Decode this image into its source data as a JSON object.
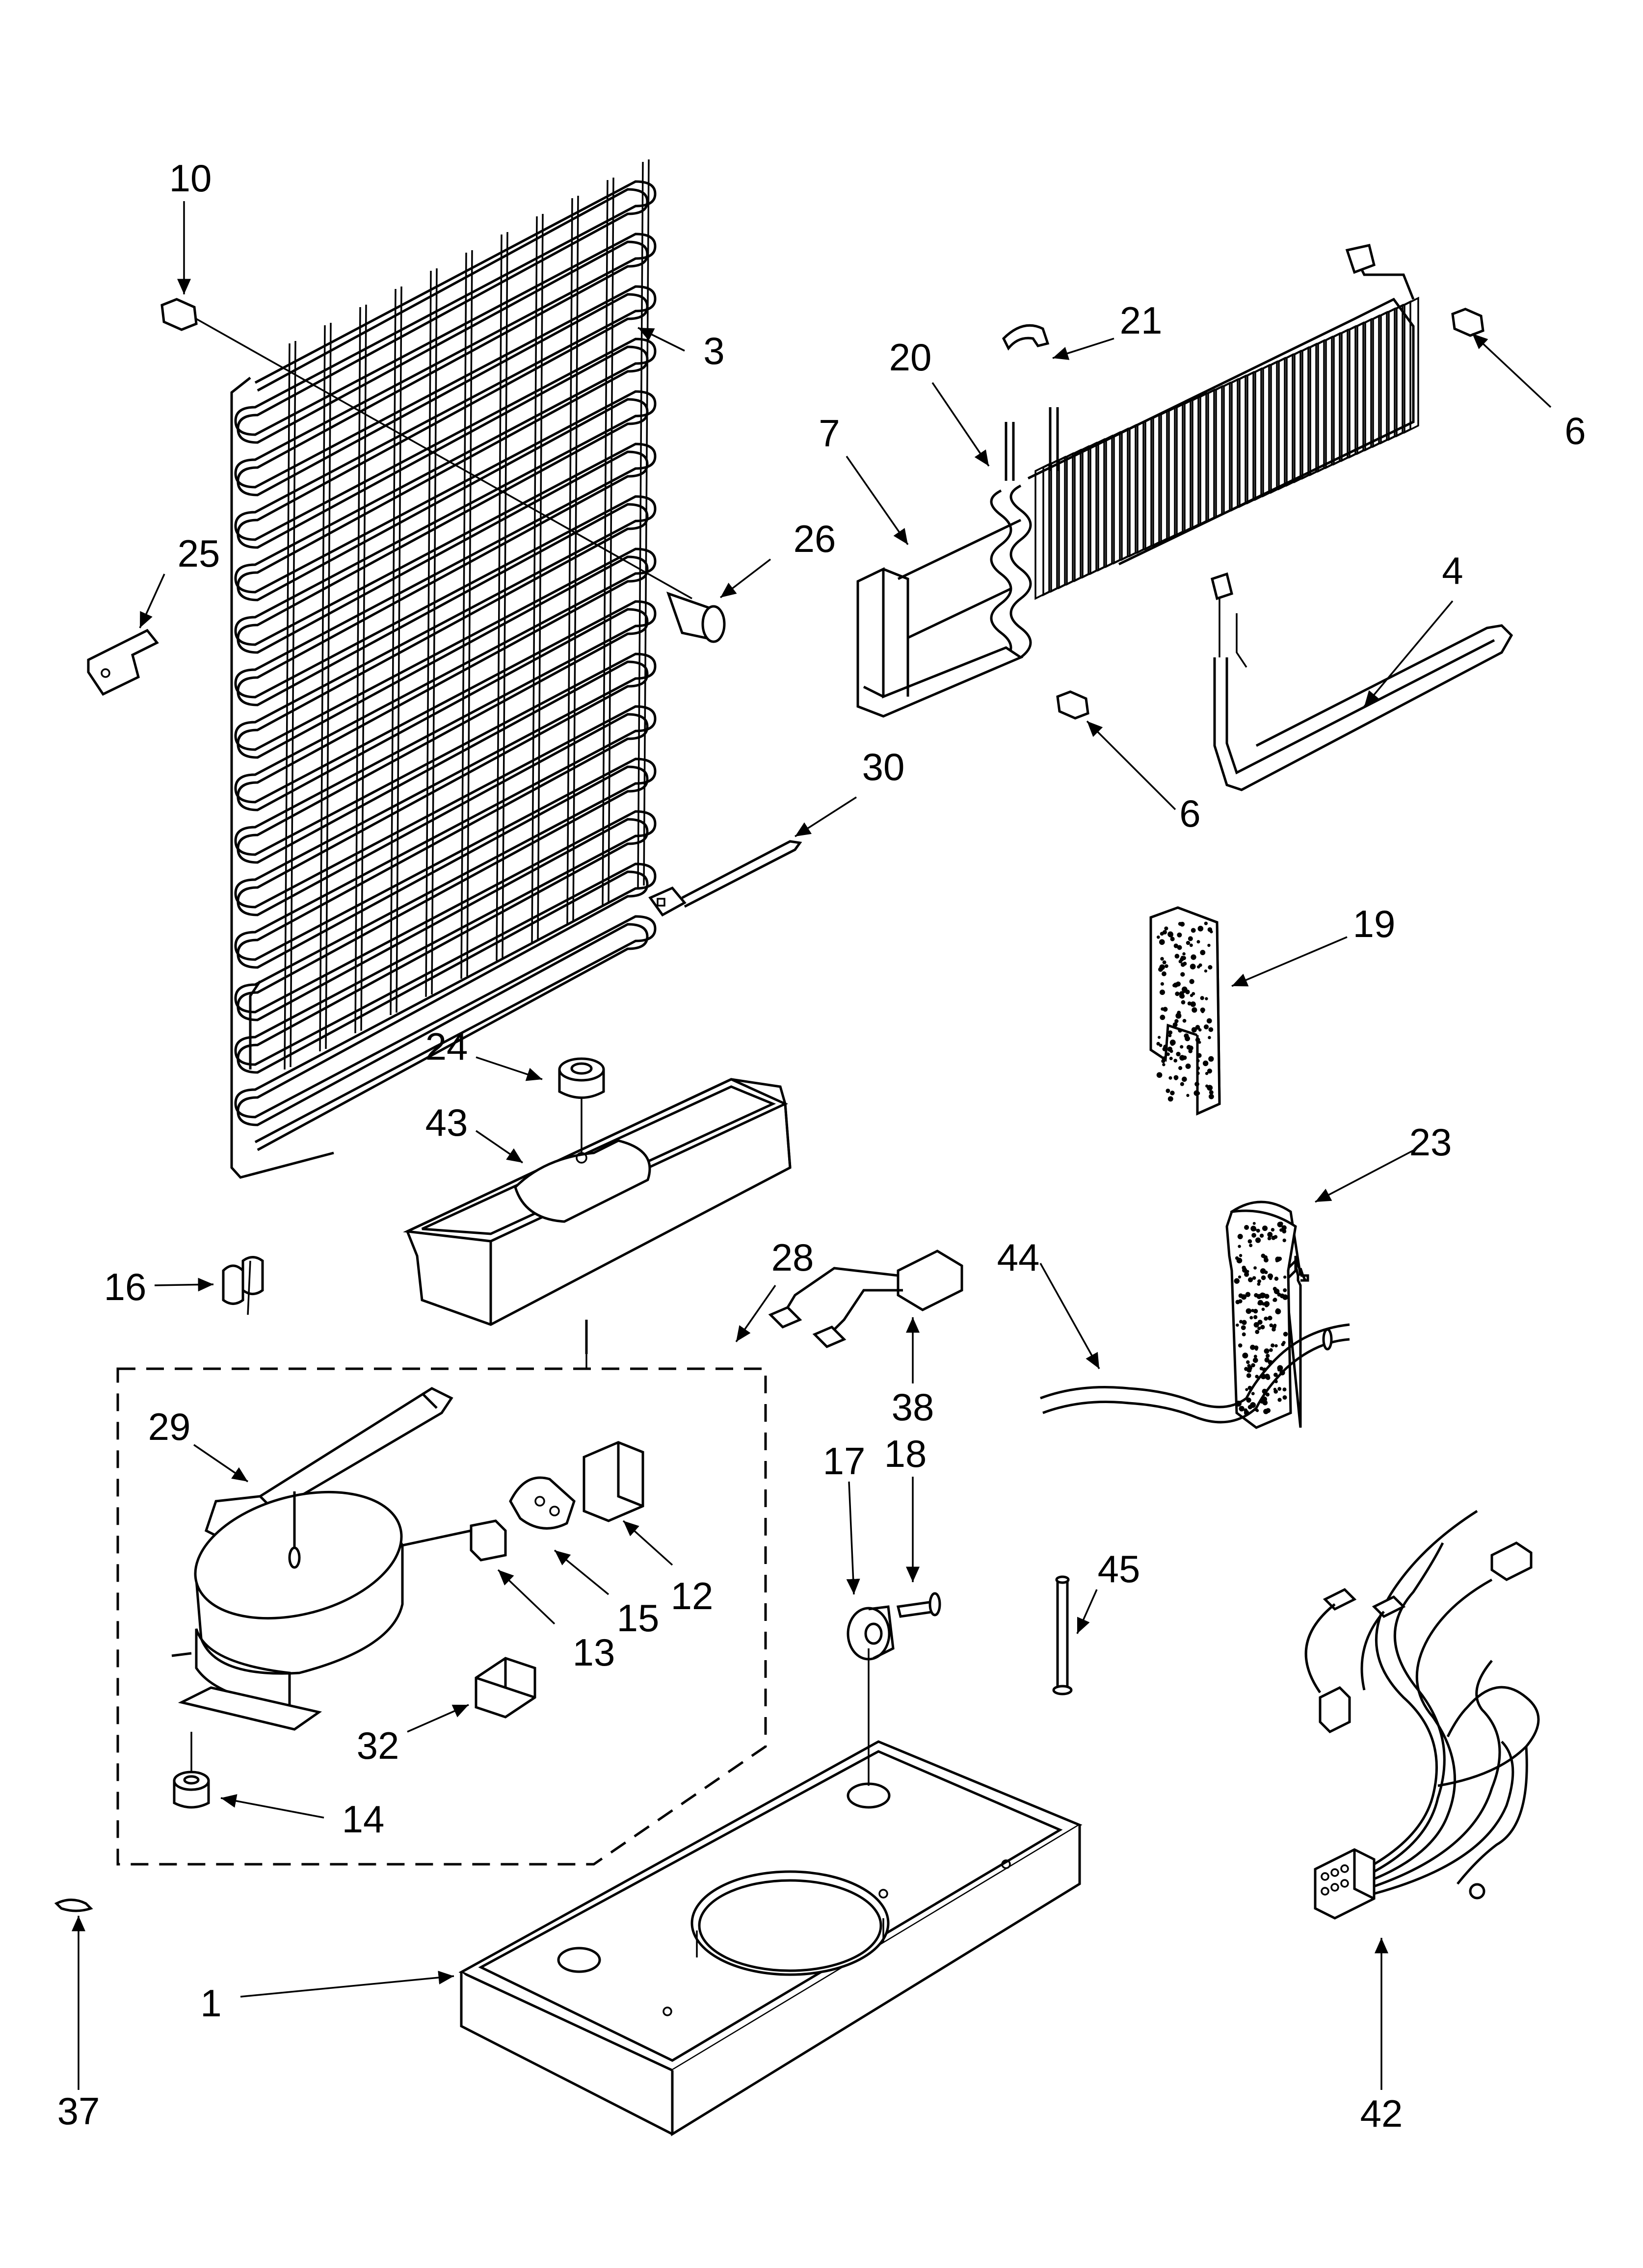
{
  "diagram": {
    "callouts": [
      {
        "id": "c10",
        "label": "10"
      },
      {
        "id": "c3",
        "label": "3"
      },
      {
        "id": "c25",
        "label": "25"
      },
      {
        "id": "c26",
        "label": "26"
      },
      {
        "id": "c20",
        "label": "20"
      },
      {
        "id": "c21",
        "label": "21"
      },
      {
        "id": "c7",
        "label": "7"
      },
      {
        "id": "c6a",
        "label": "6"
      },
      {
        "id": "c6b",
        "label": "6"
      },
      {
        "id": "c4",
        "label": "4"
      },
      {
        "id": "c30",
        "label": "30"
      },
      {
        "id": "c19",
        "label": "19"
      },
      {
        "id": "c24",
        "label": "24"
      },
      {
        "id": "c43",
        "label": "43"
      },
      {
        "id": "c23",
        "label": "23"
      },
      {
        "id": "c16",
        "label": "16"
      },
      {
        "id": "c28",
        "label": "28"
      },
      {
        "id": "c44",
        "label": "44"
      },
      {
        "id": "c38",
        "label": "38"
      },
      {
        "id": "c29",
        "label": "29"
      },
      {
        "id": "c17",
        "label": "17"
      },
      {
        "id": "c18",
        "label": "18"
      },
      {
        "id": "c12",
        "label": "12"
      },
      {
        "id": "c15",
        "label": "15"
      },
      {
        "id": "c13",
        "label": "13"
      },
      {
        "id": "c45",
        "label": "45"
      },
      {
        "id": "c32",
        "label": "32"
      },
      {
        "id": "c14",
        "label": "14"
      },
      {
        "id": "c37",
        "label": "37"
      },
      {
        "id": "c1",
        "label": "1"
      },
      {
        "id": "c42",
        "label": "42"
      }
    ]
  }
}
